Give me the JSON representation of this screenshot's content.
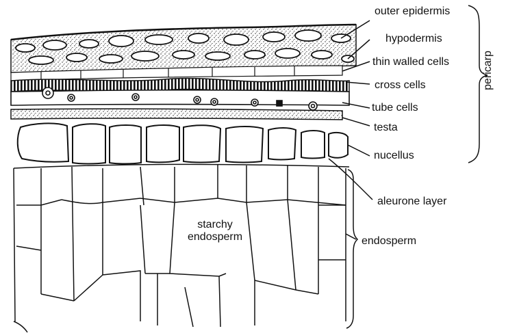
{
  "diagram": {
    "layer_labels": {
      "outer_epidermis": "outer epidermis",
      "hypodermis": "hypodermis",
      "thin_walled_cells": "thin walled cells",
      "cross_cells": "cross cells",
      "tube_cells": "tube cells",
      "testa": "testa",
      "nucellus": "nucellus",
      "aleurone_layer": "aleurone layer",
      "starchy_endosperm": [
        "starchy",
        "endosperm"
      ]
    },
    "group_labels": {
      "pericarp": "pericarp",
      "endosperm": "endosperm"
    }
  }
}
